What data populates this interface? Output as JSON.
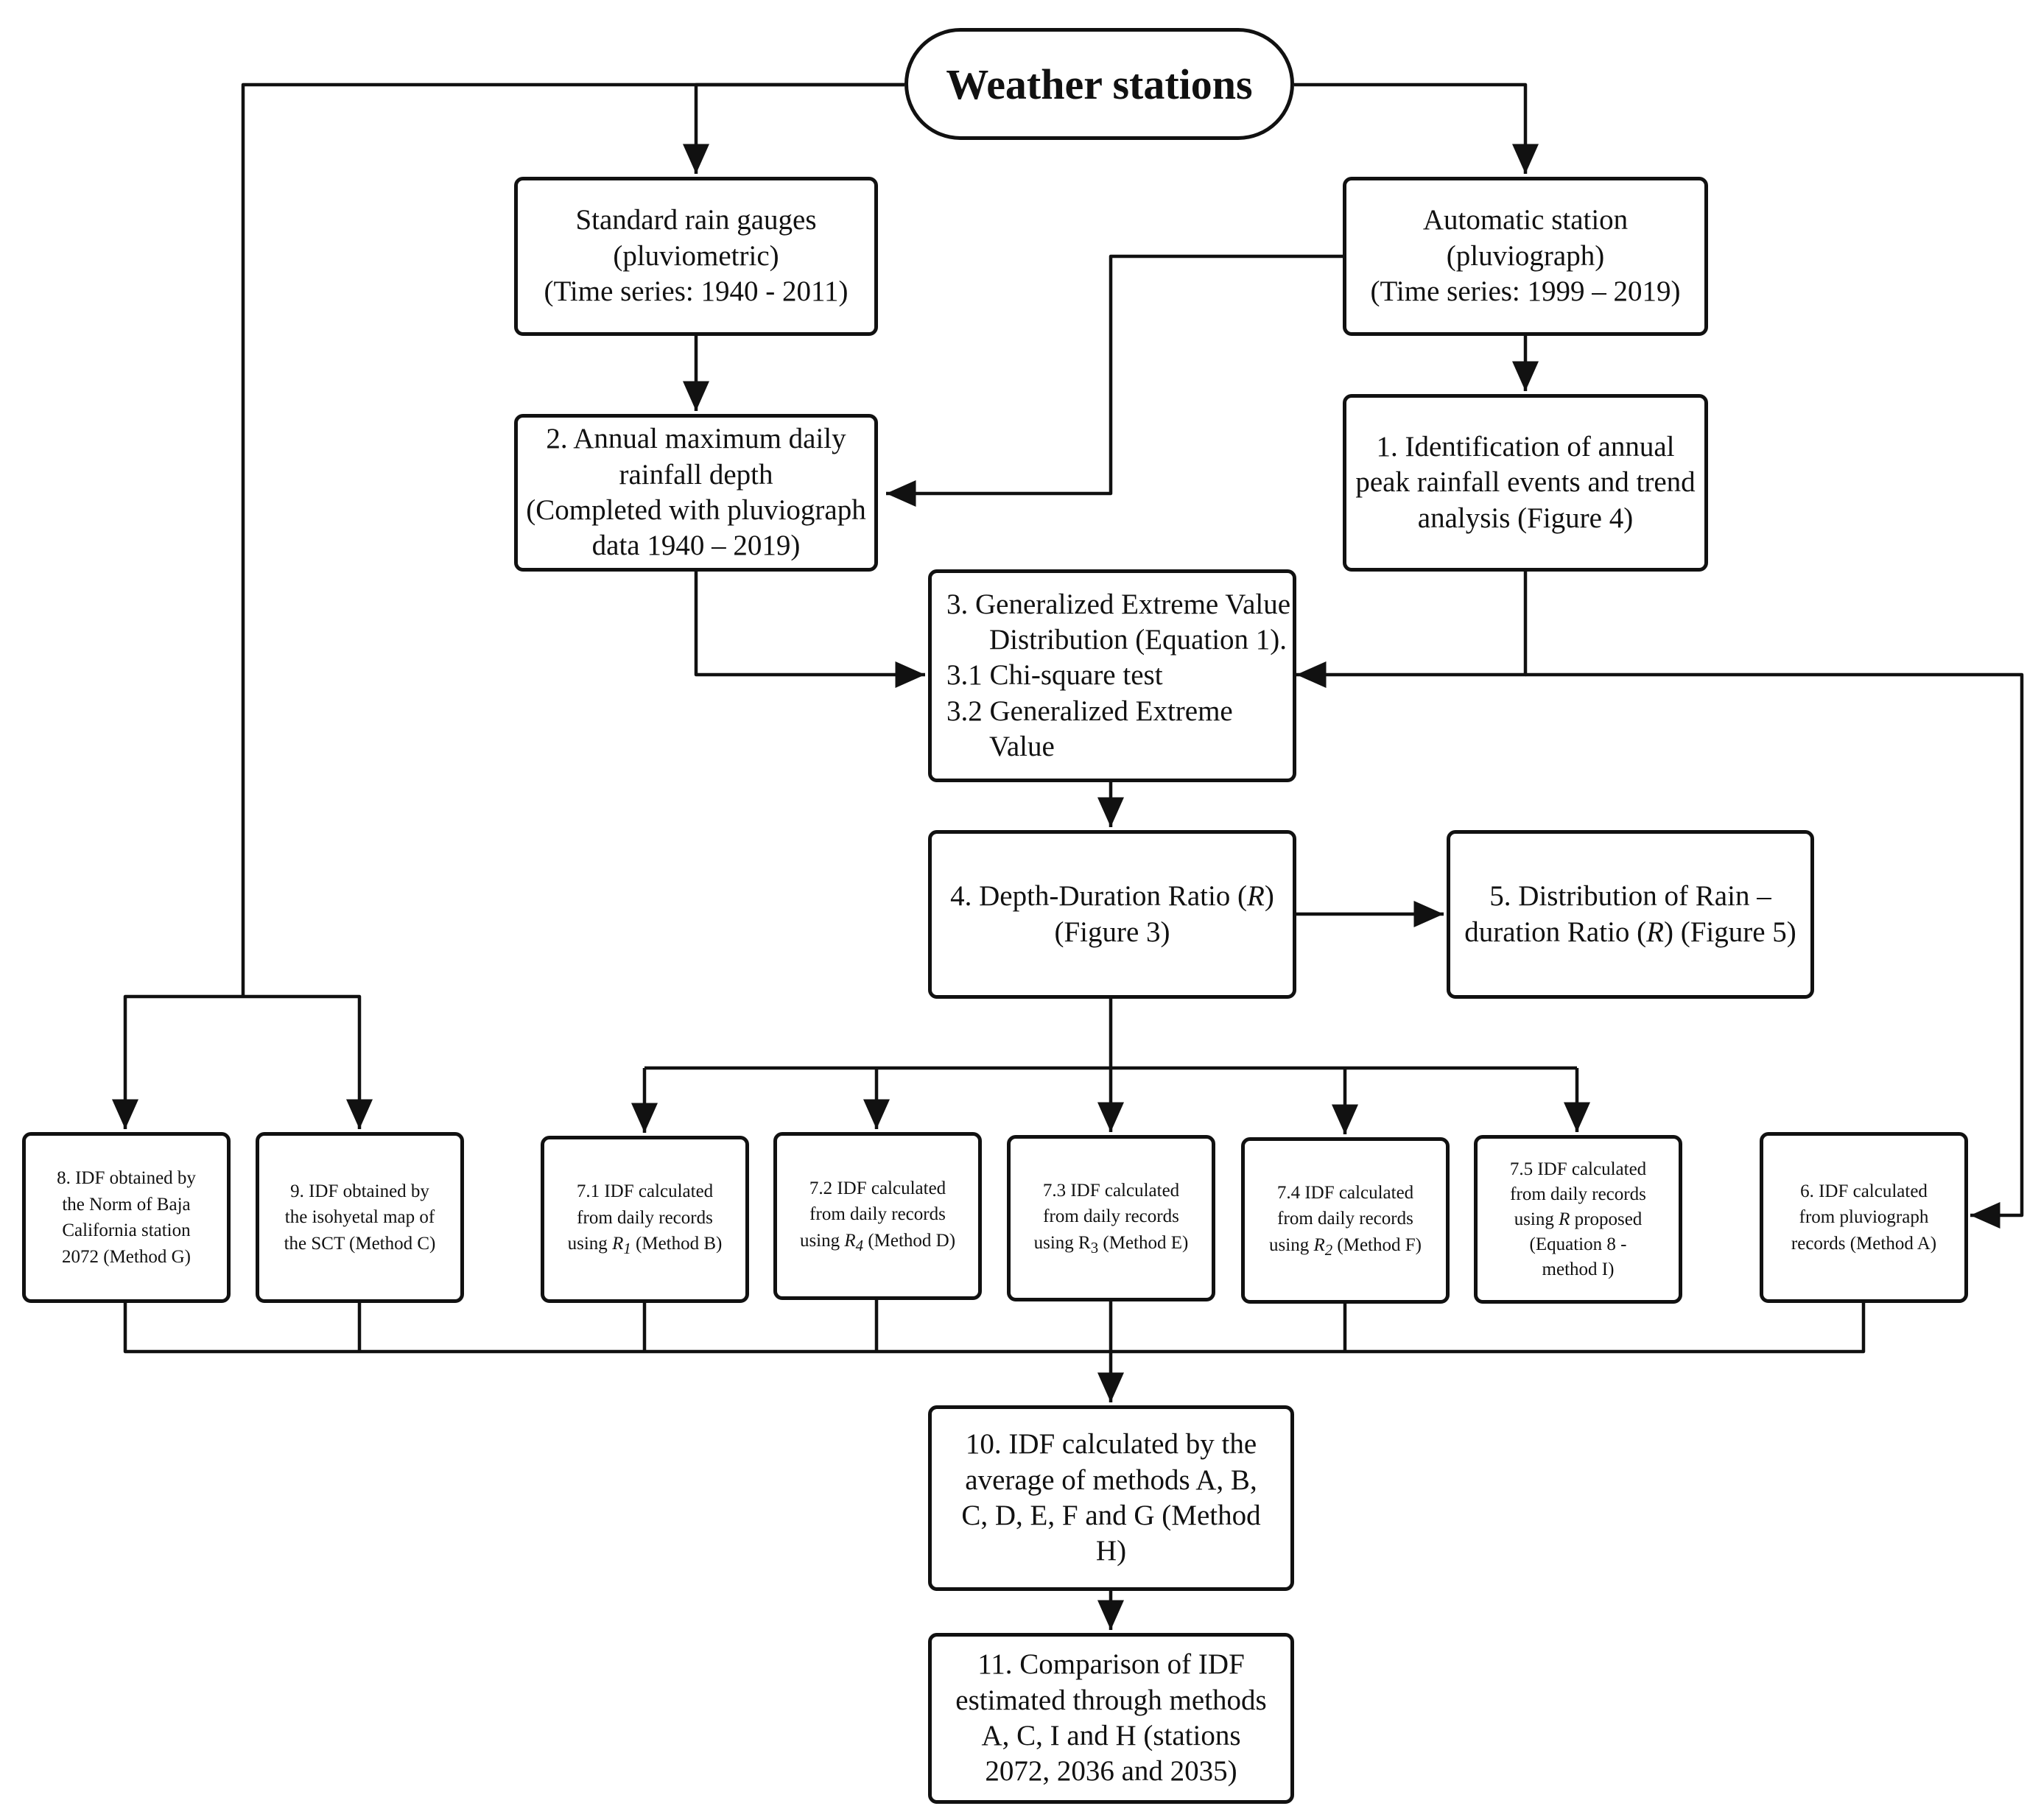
{
  "title": "Weather stations",
  "nodes": {
    "standard": [
      "Standard rain gauges",
      "(pluviometric)",
      "(Time series: 1940 - 2011)"
    ],
    "automatic": [
      "Automatic station",
      "(pluviograph)",
      "(Time series: 1999 – 2019)"
    ],
    "n2": [
      "2. Annual maximum daily",
      "rainfall depth",
      "(Completed with pluviograph",
      "data 1940 – 2019)"
    ],
    "n1": [
      "1. Identification of annual",
      "peak rainfall events and trend",
      "analysis (Figure 4)"
    ],
    "n3": [
      "3. Generalized Extreme Value",
      "Distribution (Equation 1).",
      "3.1 Chi-square test",
      "3.2 Generalized Extreme",
      "Value"
    ],
    "n4": [
      "4. Depth-Duration Ratio (",
      "R",
      ")",
      "(Figure 3)"
    ],
    "n5": [
      "5. Distribution of Rain –",
      "duration Ratio (",
      "R",
      ") (Figure 5)"
    ],
    "n8": [
      "8. IDF obtained by",
      "the Norm of Baja",
      "California station",
      "2072 (Method G)"
    ],
    "n9": [
      "9. IDF obtained by",
      "the isohyetal map of",
      "the SCT (Method C)"
    ],
    "n71": [
      "7.1 IDF calculated",
      "from daily records",
      "using ",
      "R",
      "1",
      " (Method B)"
    ],
    "n72": [
      "7.2 IDF calculated",
      "from daily records",
      "using ",
      "R",
      "4",
      " (Method D)"
    ],
    "n73": [
      "7.3 IDF calculated",
      "from daily records",
      "using R",
      "3",
      " (Method E)"
    ],
    "n74": [
      "7.4 IDF calculated",
      "from daily records",
      "using ",
      "R",
      "2",
      " (Method F)"
    ],
    "n75": [
      "7.5 IDF calculated",
      "from daily records",
      "using ",
      "R",
      " proposed",
      "(Equation 8 -",
      "method I)"
    ],
    "n6": [
      "6. IDF calculated",
      "from pluviograph",
      "records (Method A)"
    ],
    "n10": [
      "10. IDF calculated by the",
      "average of methods A, B,",
      "C, D, E, F and G (Method",
      "H)"
    ],
    "n11": [
      "11. Comparison of IDF",
      "estimated through methods",
      "A, C, I and H (stations",
      "2072, 2036 and 2035)"
    ]
  }
}
